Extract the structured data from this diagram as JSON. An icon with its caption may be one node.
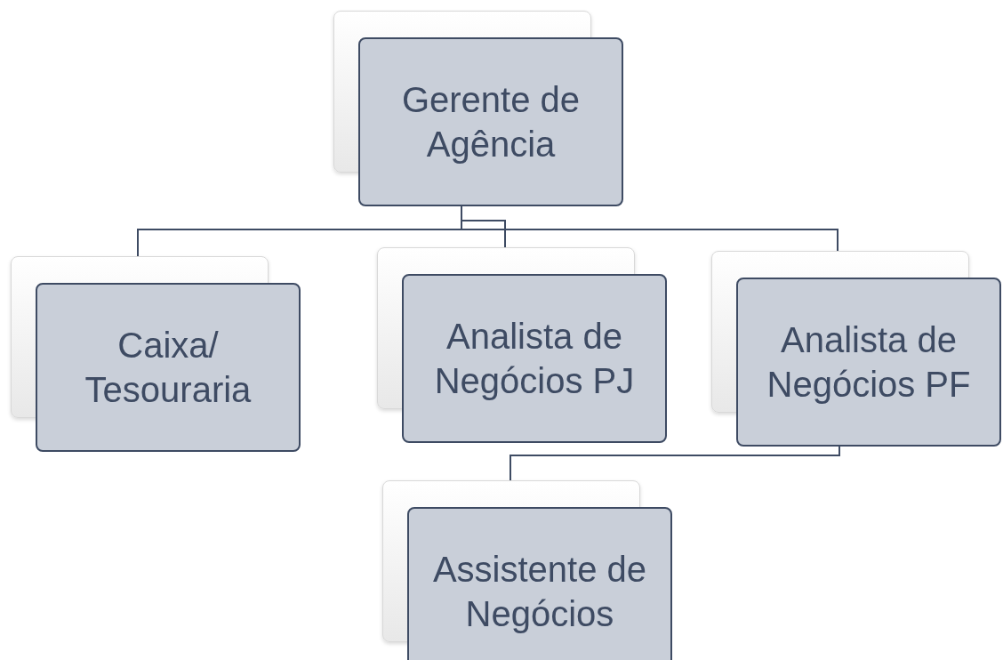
{
  "diagram": {
    "nodes": [
      {
        "text": [
          "Gerente de Agência"
        ]
      },
      {
        "text": [
          "Caixa/ Tesouraria"
        ]
      },
      {
        "text": [
          "Analista de Negócios PJ"
        ]
      },
      {
        "text": [
          "Analista de Negócios PF"
        ]
      },
      {
        "text": [
          "Assistente de Negócios"
        ]
      }
    ],
    "edges": [
      {
        "from": 0,
        "to": 1,
        "arrow": "none"
      },
      {
        "from": 0,
        "to": 2,
        "arrow": "none"
      },
      {
        "from": 0,
        "to": 3,
        "arrow": "none"
      },
      {
        "from": 3,
        "to": 4,
        "arrow": "none"
      }
    ]
  }
}
